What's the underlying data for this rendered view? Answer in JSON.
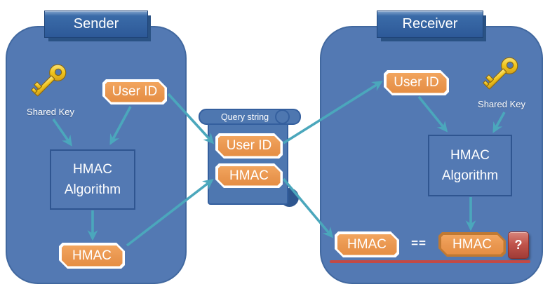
{
  "sender": {
    "title": "Sender",
    "key_label": "Shared Key",
    "user_id": "User ID",
    "algorithm": "HMAC Algorithm",
    "hmac": "HMAC"
  },
  "query_string": {
    "title": "Query string",
    "user_id": "User ID",
    "hmac": "HMAC"
  },
  "receiver": {
    "title": "Receiver",
    "key_label": "Shared Key",
    "user_id": "User ID",
    "algorithm": "HMAC Algorithm",
    "hmac_received": "HMAC",
    "equals_sign": "==",
    "hmac_computed": "HMAC",
    "question_mark": "?"
  },
  "colors": {
    "panel_blue": "#5379B3",
    "panel_border": "#41689F",
    "banner_blue": "#2D5998",
    "scroll_blue": "#4E77B0",
    "orange_fill": "#E9964F",
    "orange_dark_border": "#BF7933",
    "arrow_teal": "#4BA7BC",
    "red_line": "#C34A45",
    "question_red": "#A03B36",
    "key_gold": "#F0C419"
  }
}
